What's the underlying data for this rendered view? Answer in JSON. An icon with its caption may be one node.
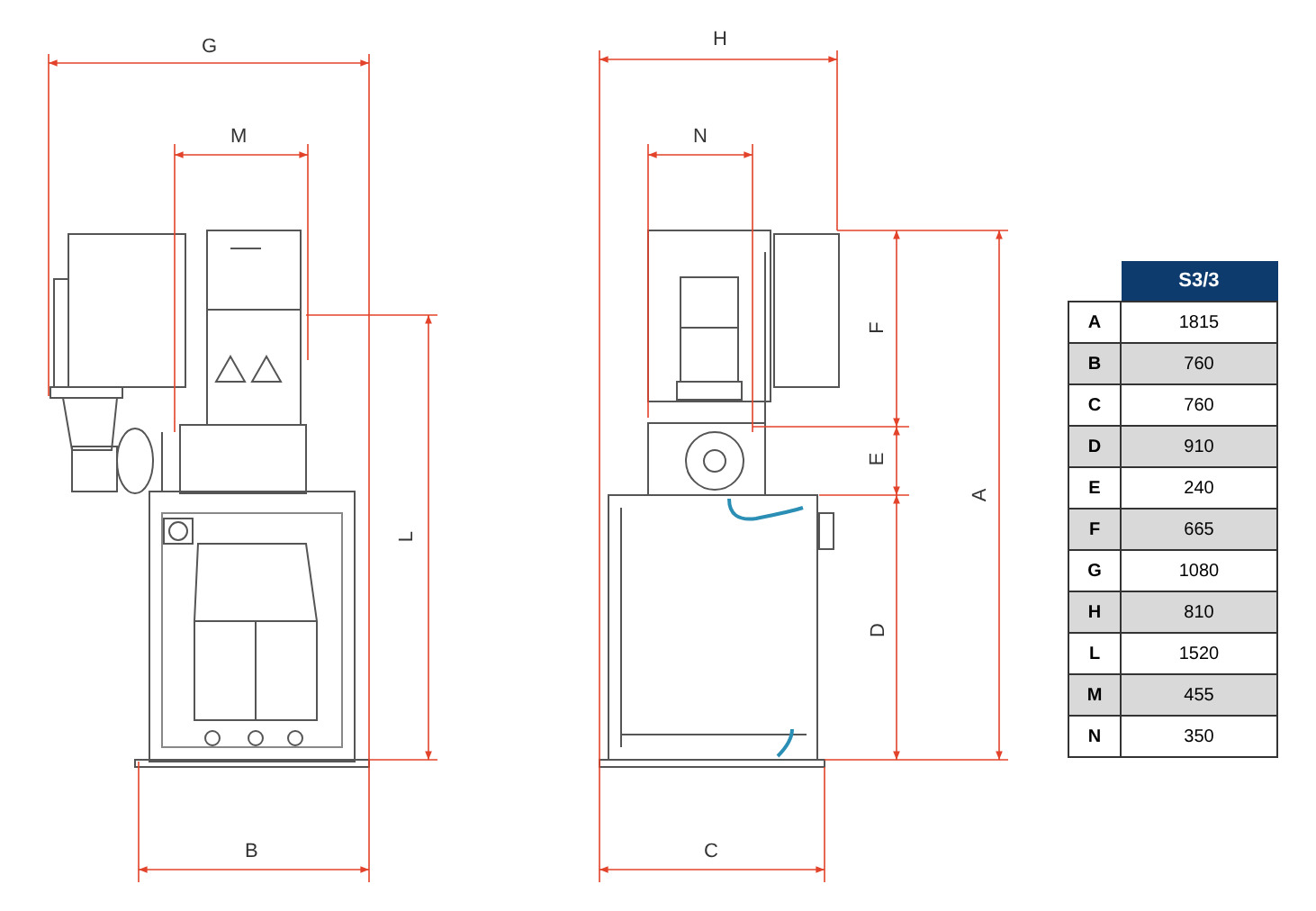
{
  "diagram": {
    "labels": [
      "G",
      "H",
      "M",
      "N",
      "F",
      "L",
      "E",
      "A",
      "D",
      "B",
      "C",
      "S3/3",
      "A",
      "1815",
      "B",
      "760",
      "C",
      "760",
      "D",
      "910",
      "E",
      "240",
      "F",
      "665",
      "G",
      "1080",
      "H",
      "810",
      "L",
      "1520",
      "M",
      "455",
      "N",
      "350"
    ]
  }
}
